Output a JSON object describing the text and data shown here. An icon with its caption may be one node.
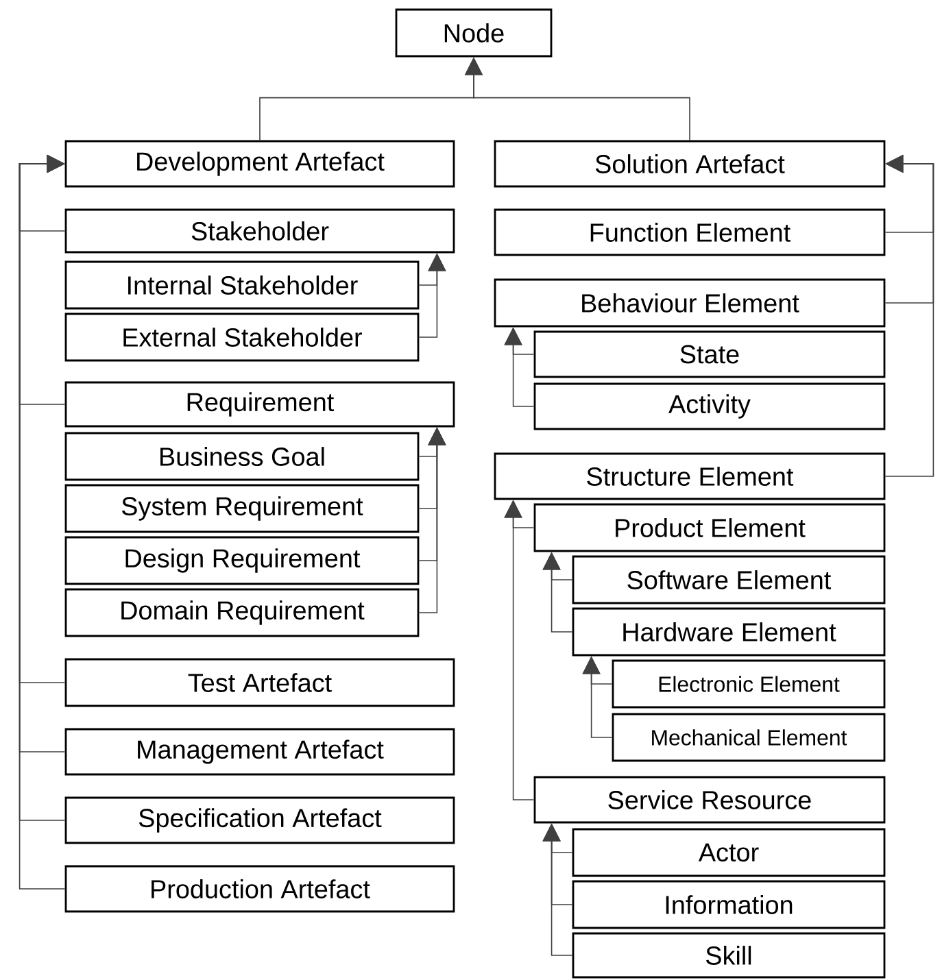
{
  "diagram": {
    "nodes": [
      {
        "text": [
          "Node"
        ]
      },
      {
        "text": [
          "Development Artefact"
        ]
      },
      {
        "text": [
          "Stakeholder"
        ]
      },
      {
        "text": [
          "Internal Stakeholder"
        ]
      },
      {
        "text": [
          "External Stakeholder"
        ]
      },
      {
        "text": [
          "Requirement"
        ]
      },
      {
        "text": [
          "Business Goal"
        ]
      },
      {
        "text": [
          "System Requirement"
        ]
      },
      {
        "text": [
          "Design Requirement"
        ]
      },
      {
        "text": [
          "Domain Requirement"
        ]
      },
      {
        "text": [
          "Test Artefact"
        ]
      },
      {
        "text": [
          "Management Artefact"
        ]
      },
      {
        "text": [
          "Specification Artefact"
        ]
      },
      {
        "text": [
          "Production Artefact"
        ]
      },
      {
        "text": [
          "Solution Artefact"
        ]
      },
      {
        "text": [
          "Function Element"
        ]
      },
      {
        "text": [
          "Behaviour Element"
        ]
      },
      {
        "text": [
          "State"
        ]
      },
      {
        "text": [
          "Activity"
        ]
      },
      {
        "text": [
          "Structure Element"
        ]
      },
      {
        "text": [
          "Product Element"
        ]
      },
      {
        "text": [
          "Software Element"
        ]
      },
      {
        "text": [
          "Hardware Element"
        ]
      },
      {
        "text": [
          "Electronic Element"
        ]
      },
      {
        "text": [
          "Mechanical Element"
        ]
      },
      {
        "text": [
          "Service Resource"
        ]
      },
      {
        "text": [
          "Actor"
        ]
      },
      {
        "text": [
          "Information"
        ]
      },
      {
        "text": [
          "Skill"
        ]
      }
    ],
    "edges": [
      {
        "from": 1,
        "to": 0,
        "arrow": "to"
      },
      {
        "from": 14,
        "to": 0,
        "arrow": "to"
      },
      {
        "from": 2,
        "to": 1,
        "arrow": "to"
      },
      {
        "from": 5,
        "to": 1,
        "arrow": "to"
      },
      {
        "from": 10,
        "to": 1,
        "arrow": "to"
      },
      {
        "from": 11,
        "to": 1,
        "arrow": "to"
      },
      {
        "from": 12,
        "to": 1,
        "arrow": "to"
      },
      {
        "from": 13,
        "to": 1,
        "arrow": "to"
      },
      {
        "from": 3,
        "to": 2,
        "arrow": "to"
      },
      {
        "from": 4,
        "to": 2,
        "arrow": "to"
      },
      {
        "from": 6,
        "to": 5,
        "arrow": "to"
      },
      {
        "from": 7,
        "to": 5,
        "arrow": "to"
      },
      {
        "from": 8,
        "to": 5,
        "arrow": "to"
      },
      {
        "from": 9,
        "to": 5,
        "arrow": "to"
      },
      {
        "from": 15,
        "to": 14,
        "arrow": "to"
      },
      {
        "from": 16,
        "to": 14,
        "arrow": "to"
      },
      {
        "from": 19,
        "to": 14,
        "arrow": "to"
      },
      {
        "from": 17,
        "to": 16,
        "arrow": "to"
      },
      {
        "from": 18,
        "to": 16,
        "arrow": "to"
      },
      {
        "from": 20,
        "to": 19,
        "arrow": "to"
      },
      {
        "from": 25,
        "to": 19,
        "arrow": "to"
      },
      {
        "from": 21,
        "to": 20,
        "arrow": "to"
      },
      {
        "from": 22,
        "to": 20,
        "arrow": "to"
      },
      {
        "from": 23,
        "to": 22,
        "arrow": "to"
      },
      {
        "from": 24,
        "to": 22,
        "arrow": "to"
      },
      {
        "from": 26,
        "to": 25,
        "arrow": "to"
      },
      {
        "from": 27,
        "to": 25,
        "arrow": "to"
      },
      {
        "from": 28,
        "to": 25,
        "arrow": "to"
      }
    ]
  }
}
